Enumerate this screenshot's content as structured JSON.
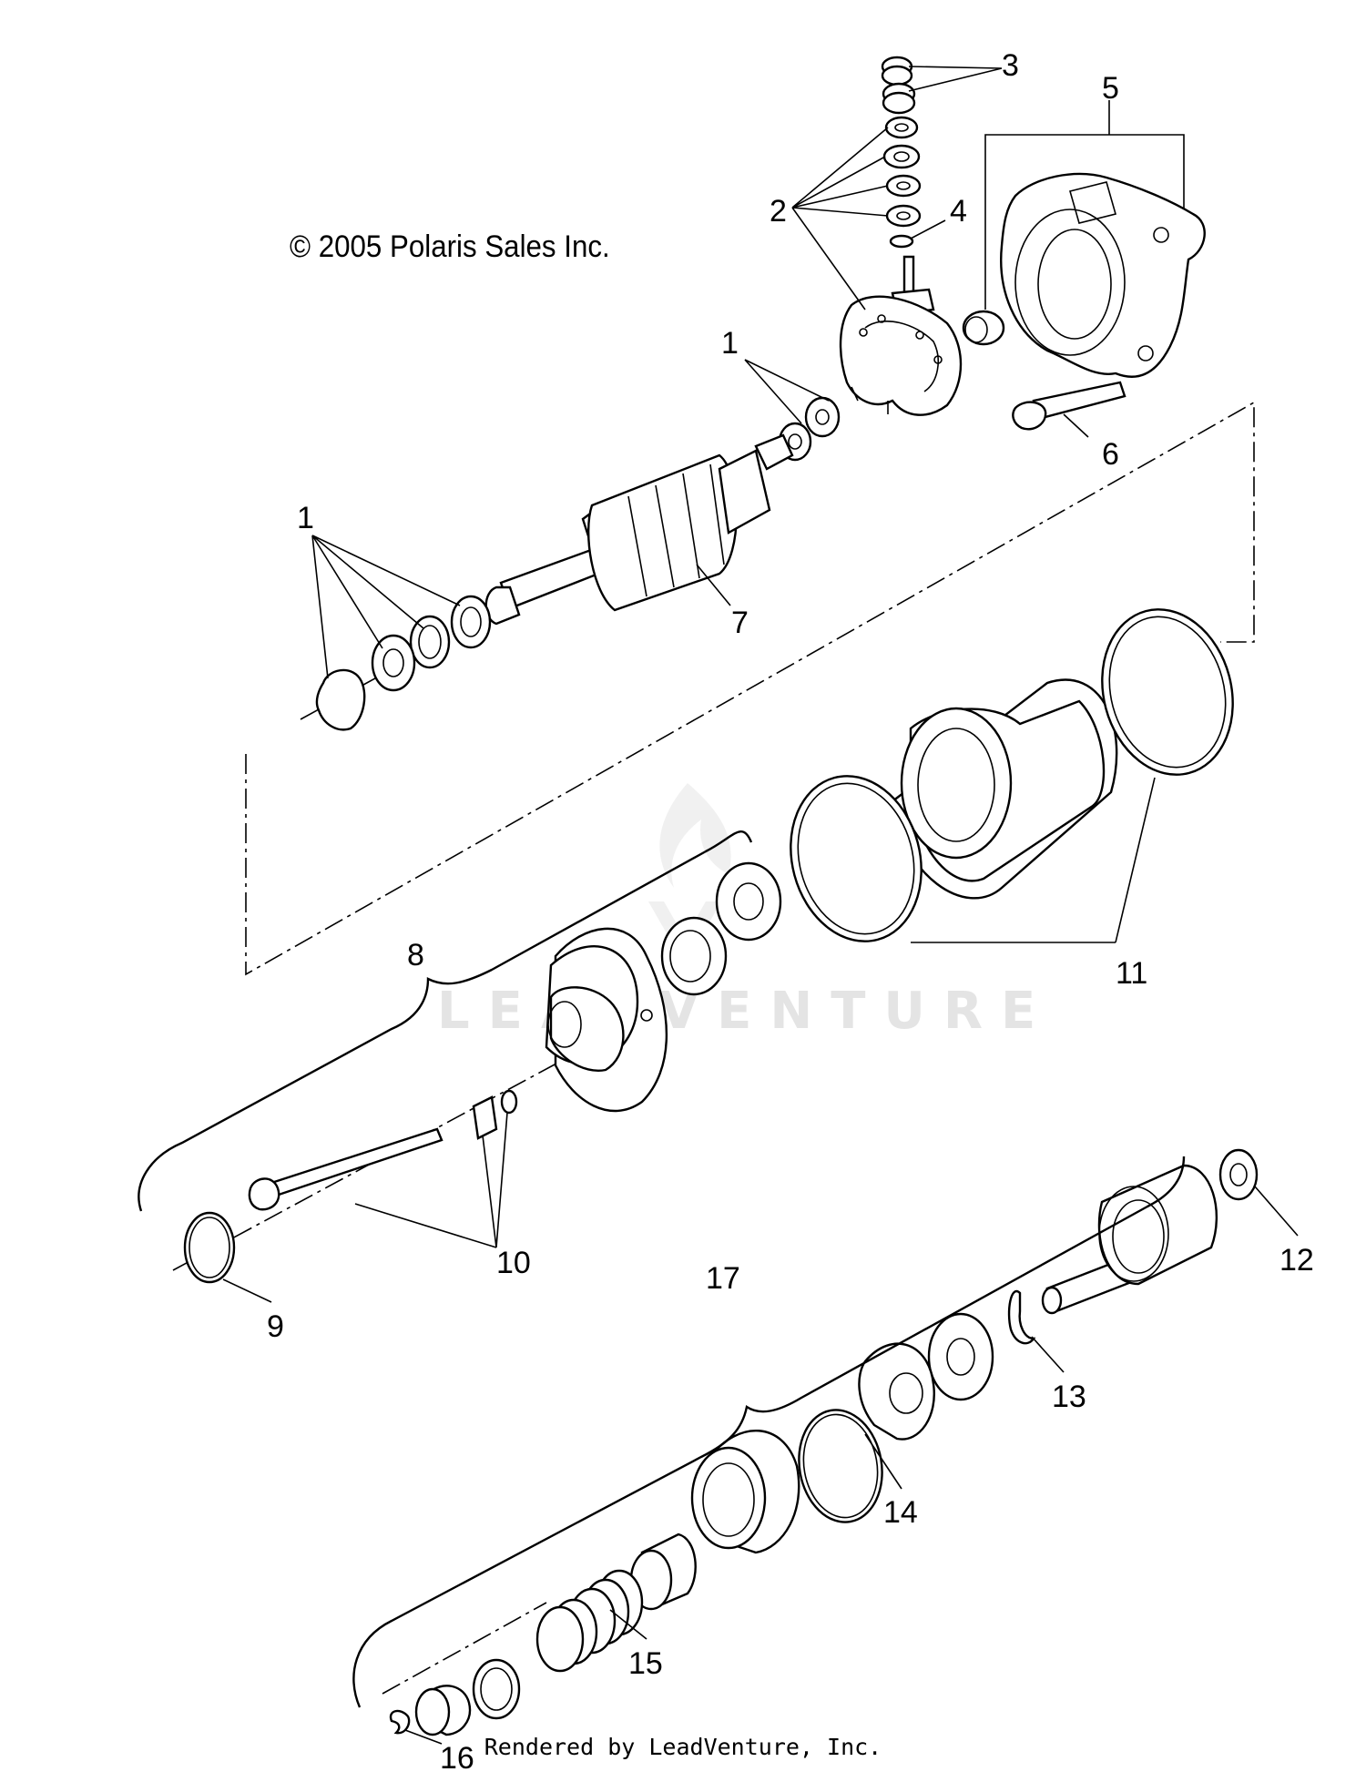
{
  "copyright": "© 2005 Polaris Sales Inc.",
  "footer": "Rendered by LeadVenture, Inc.",
  "watermark": "LEADVENTURE",
  "callouts": {
    "c1a": "1",
    "c1b": "1",
    "c2": "2",
    "c3": "3",
    "c4": "4",
    "c5": "5",
    "c6": "6",
    "c7": "7",
    "c8": "8",
    "c9": "9",
    "c10": "10",
    "c11": "11",
    "c12": "12",
    "c13": "13",
    "c14": "14",
    "c15": "15",
    "c16": "16",
    "c17": "17"
  },
  "icons": {
    "watermark_logo": "leadventure-flame-logo"
  }
}
